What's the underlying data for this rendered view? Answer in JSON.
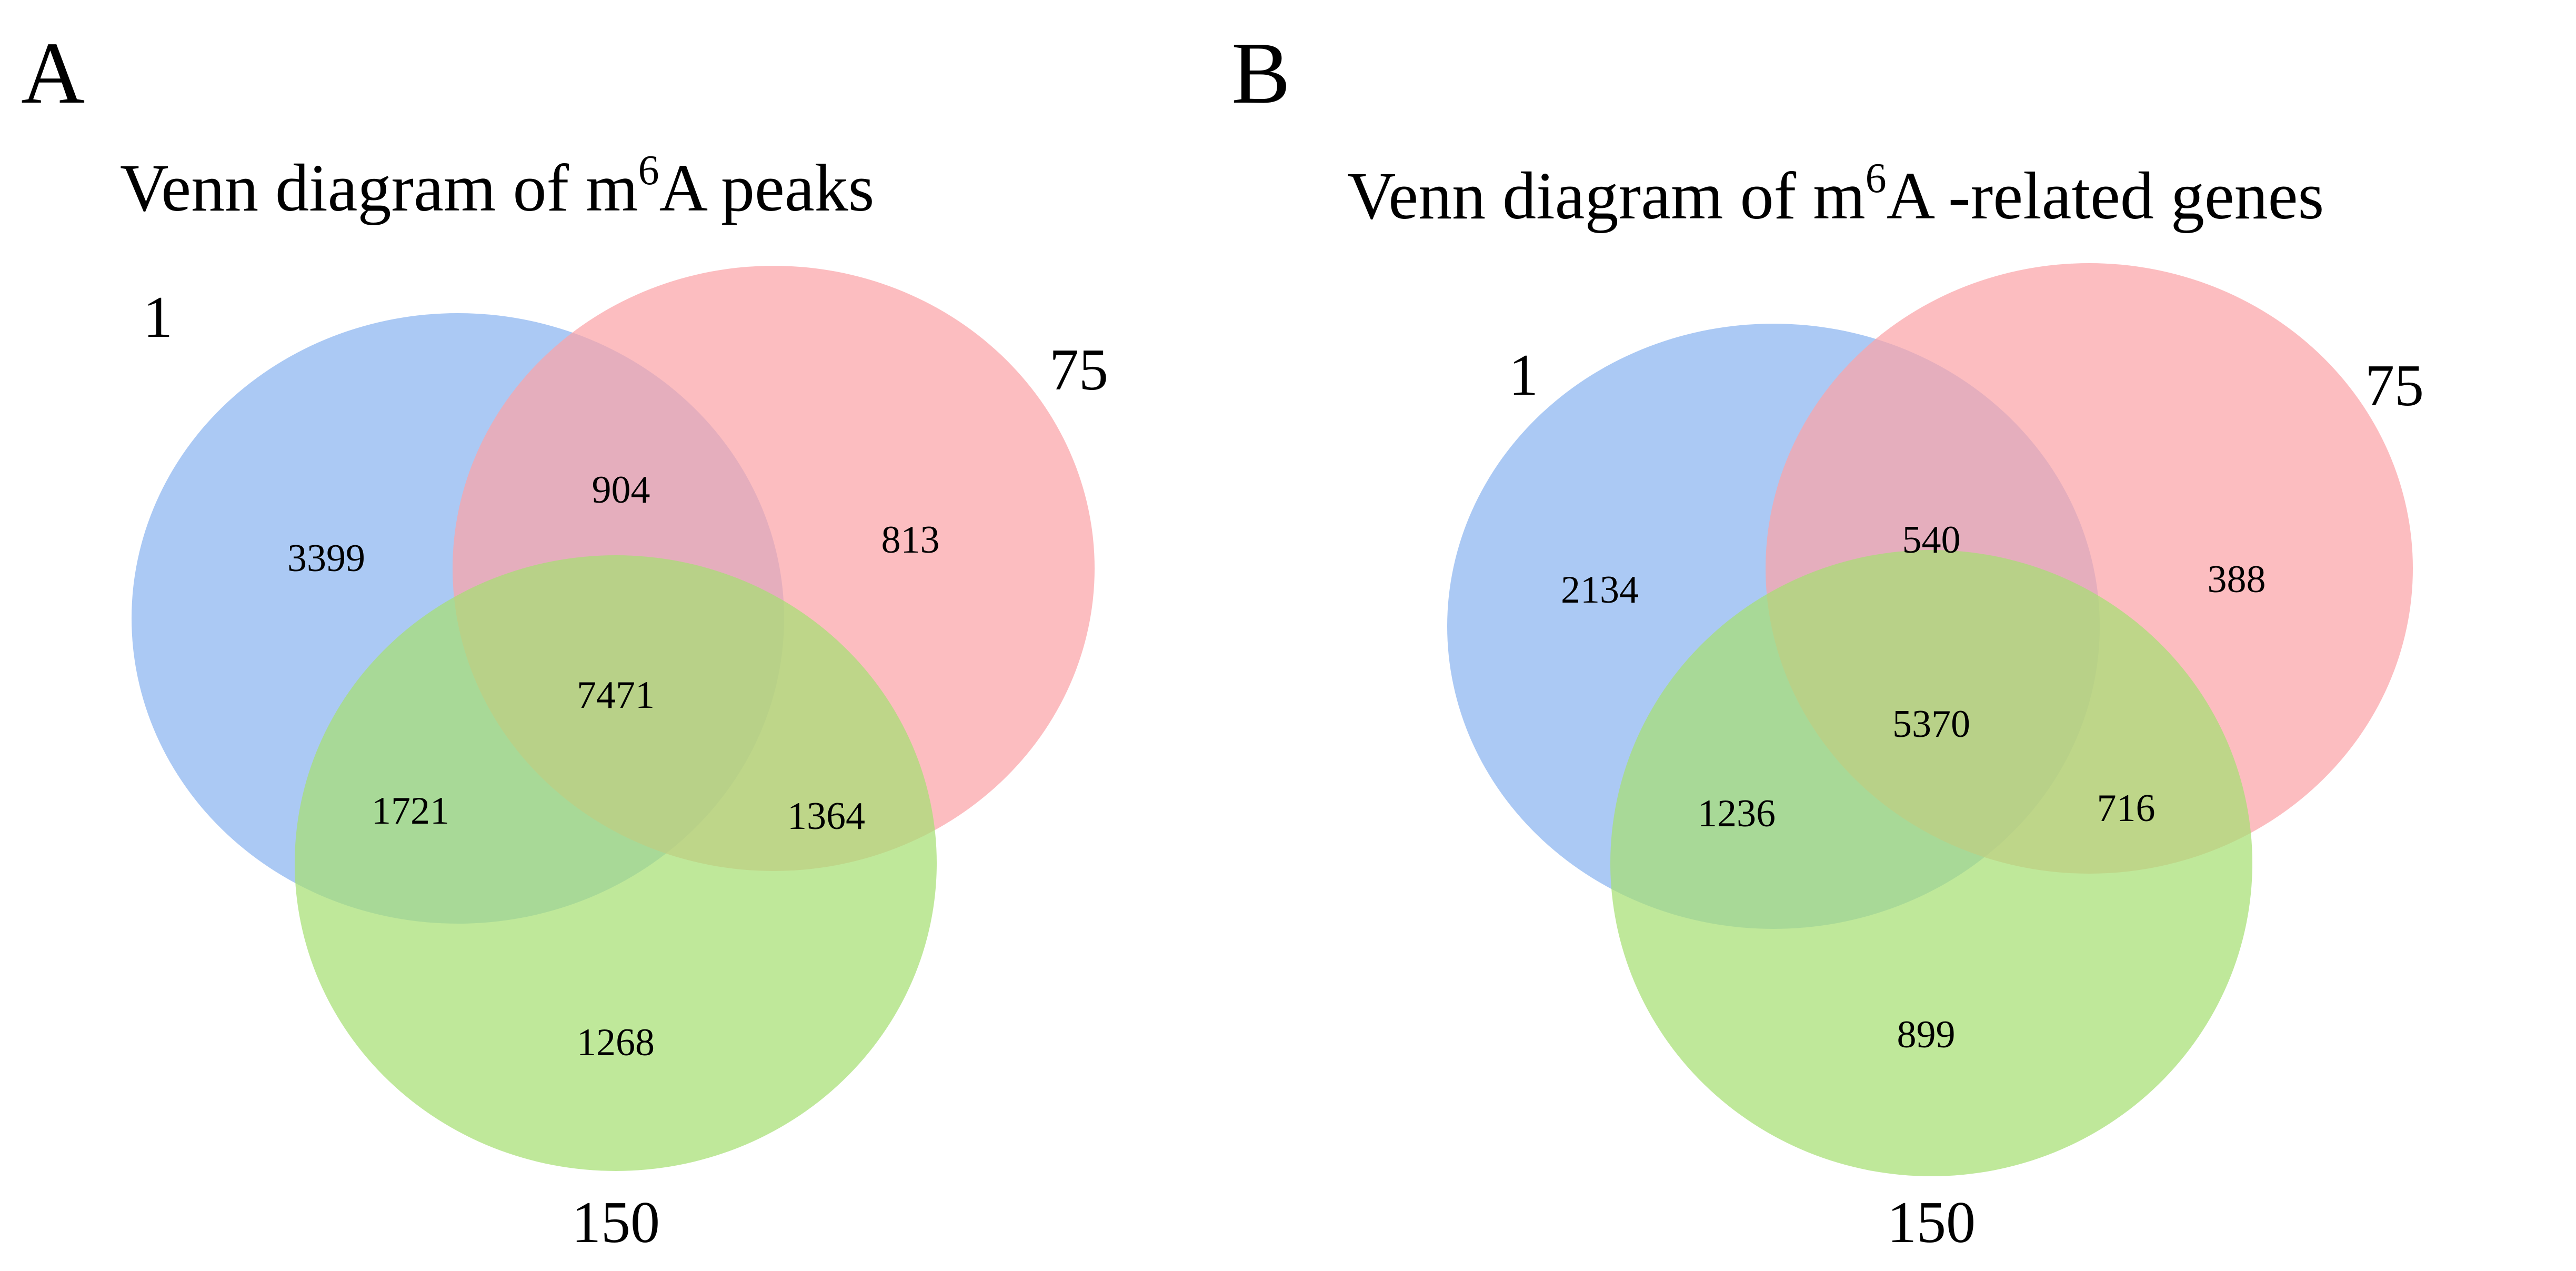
{
  "panels": [
    {
      "letter": "A",
      "title_prefix": "Venn diagram of m",
      "title_sup": "6",
      "title_suffix": "A  peaks",
      "sets": [
        {
          "label": "1",
          "color": "#8ab4f0"
        },
        {
          "label": "75",
          "color": "#fba3a8"
        },
        {
          "label": "150",
          "color": "#a6df73"
        }
      ],
      "regions": {
        "only_1": "3399",
        "only_75": "813",
        "only_150": "1268",
        "1_75": "904",
        "1_150": "1721",
        "75_150": "1364",
        "all": "7471"
      }
    },
    {
      "letter": "B",
      "title_prefix": "Venn diagram of m",
      "title_sup": "6",
      "title_suffix": "A -related genes",
      "sets": [
        {
          "label": "1",
          "color": "#8ab4f0"
        },
        {
          "label": "75",
          "color": "#fba3a8"
        },
        {
          "label": "150",
          "color": "#a6df73"
        }
      ],
      "regions": {
        "only_1": "2134",
        "only_75": "388",
        "only_150": "899",
        "1_75": "540",
        "1_150": "1236",
        "75_150": "716",
        "all": "5370"
      }
    }
  ]
}
